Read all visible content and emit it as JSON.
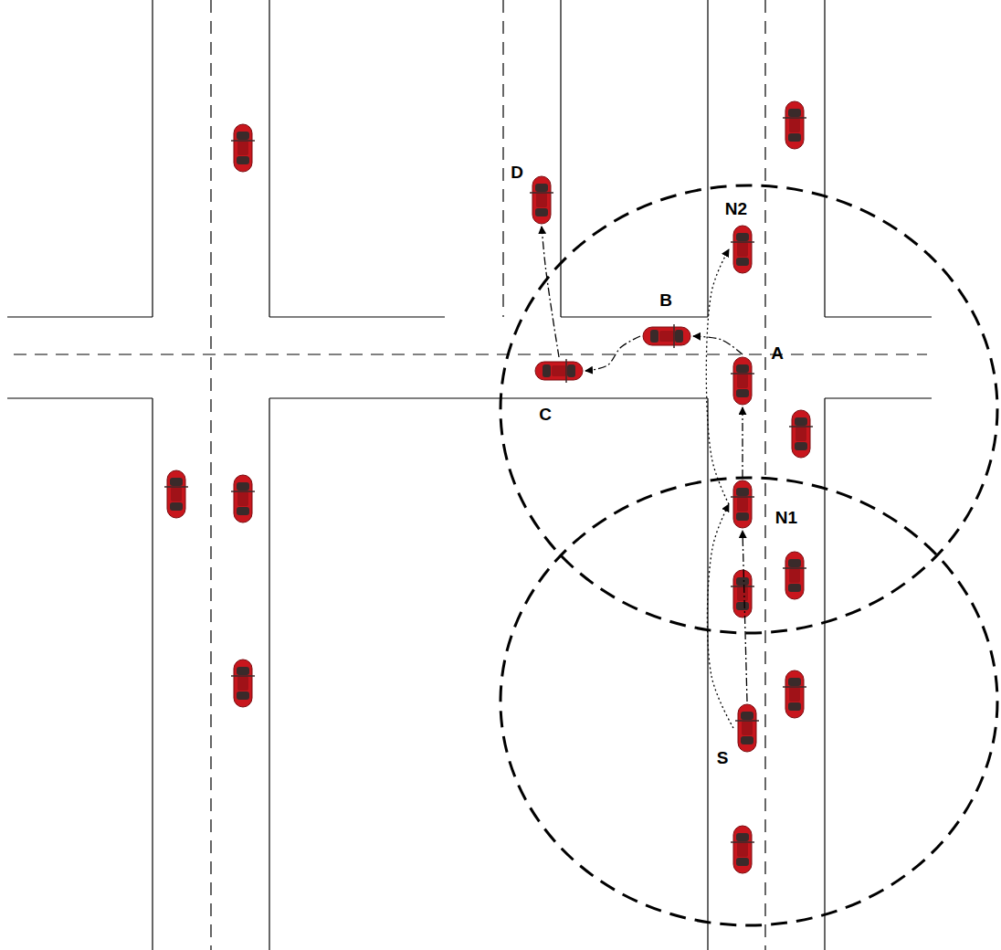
{
  "diagram": {
    "nodes": [
      {
        "text": [
          "D"
        ]
      },
      {
        "text": [
          "N2"
        ]
      },
      {
        "text": [
          "B"
        ]
      },
      {
        "text": [
          "A"
        ]
      },
      {
        "text": [
          "C"
        ]
      },
      {
        "text": [
          "N1"
        ]
      },
      {
        "text": [
          "S"
        ]
      }
    ],
    "edges": [
      {
        "from": 6,
        "to": 5,
        "arrow": "to"
      },
      {
        "from": 6,
        "to": 5,
        "arrow": "to"
      },
      {
        "from": 5,
        "to": 1,
        "arrow": "to"
      },
      {
        "from": 5,
        "to": 3,
        "arrow": "to"
      },
      {
        "from": 3,
        "to": 2,
        "arrow": "to"
      },
      {
        "from": 2,
        "to": 4,
        "arrow": "to"
      },
      {
        "from": 4,
        "to": 0,
        "arrow": "to"
      }
    ]
  }
}
